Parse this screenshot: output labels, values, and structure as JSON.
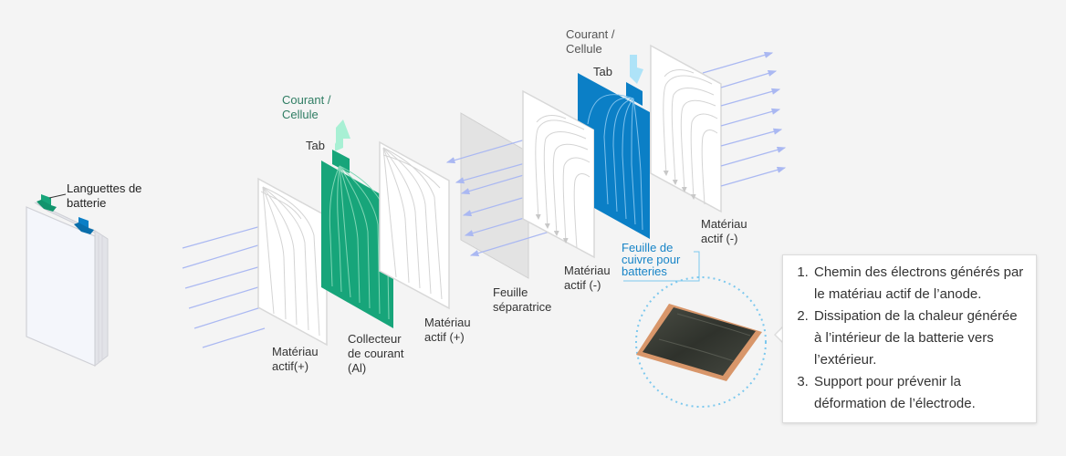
{
  "labels": {
    "battery_tabs": "Languettes de\nbatterie",
    "current_left": "Courant /\nCellule",
    "tab_left": "Tab",
    "current_right": "Courant /\nCellule",
    "tab_right": "Tab",
    "active_plus_1": "Matériau\nactif(+)",
    "collector": "Collecteur\nde courant\n(Al)",
    "active_plus_2": "Matériau\nactif (+)",
    "separator": "Feuille\nséparatrice",
    "active_minus_1": "Matériau\nactif (-)",
    "copper": "Feuille de\ncuivre pour\nbatteries",
    "active_minus_2": "Matériau\nactif (-)"
  },
  "info_items": [
    "Chemin des électrons générés par le matériau actif de l’anode.",
    "Dissipation de la chaleur générée à l’intérieur de la batterie vers l’extérieur.",
    "Support pour prévenir la déformation de l’électrode."
  ],
  "colors": {
    "cathode_green": "#17a57a",
    "anode_blue": "#0b7fc6",
    "arrow_up_mint": "#a8f0d4",
    "arrow_down_sky": "#aee3f8",
    "field_lines": "#aab8f2",
    "copper": "#d8966a",
    "foil_dark": "#3a3d36",
    "dotted_circle": "#7cc8ee"
  }
}
